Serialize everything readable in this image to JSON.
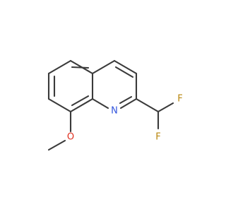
{
  "molecule": {
    "atoms": {
      "nitrogen": {
        "symbol": "N",
        "color": "#3355dd"
      },
      "fluorine_top": {
        "symbol": "F",
        "color": "#b8860b"
      },
      "fluorine_bottom": {
        "symbol": "F",
        "color": "#b8860b"
      },
      "oxygen": {
        "symbol": "O",
        "color": "#e03020"
      }
    },
    "bond_color": "#3a3a3a"
  }
}
